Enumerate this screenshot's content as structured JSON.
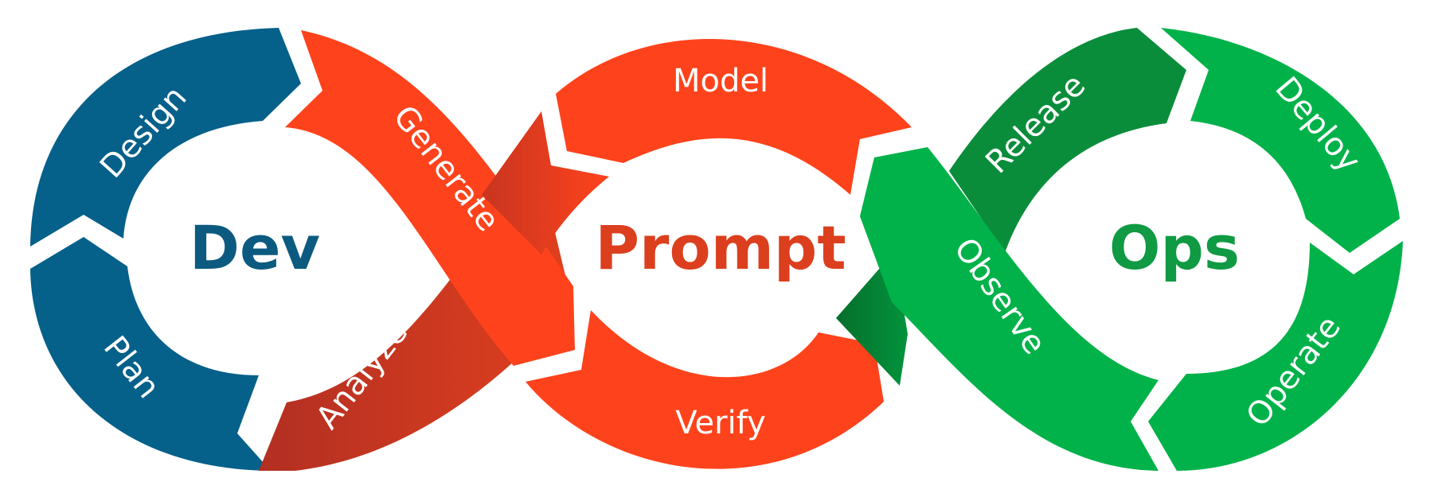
{
  "diagram": {
    "hubs": [
      {
        "key": "dev",
        "label": "Dev",
        "color": "#0c5a80"
      },
      {
        "key": "prompt",
        "label": "Prompt",
        "color": "#db3f1e"
      },
      {
        "key": "ops",
        "label": "Ops",
        "color": "#0f9a43"
      }
    ],
    "segments": [
      {
        "key": "design",
        "label": "Design",
        "color": "#05608a"
      },
      {
        "key": "plan",
        "label": "Plan",
        "color": "#05608a"
      },
      {
        "key": "generate",
        "label": "Generate",
        "color": "#fe431c"
      },
      {
        "key": "analyze",
        "label": "Analyze",
        "color": "#b22f22"
      },
      {
        "key": "model",
        "label": "Model",
        "color": "#fe431c"
      },
      {
        "key": "verify",
        "label": "Verify",
        "color": "#fe431c"
      },
      {
        "key": "release",
        "label": "Release",
        "color": "#0a8d3b"
      },
      {
        "key": "observe",
        "label": "Observe",
        "color": "#00b249"
      },
      {
        "key": "deploy",
        "label": "Deploy",
        "color": "#00b249"
      },
      {
        "key": "operate",
        "label": "Operate",
        "color": "#00b249"
      }
    ]
  }
}
